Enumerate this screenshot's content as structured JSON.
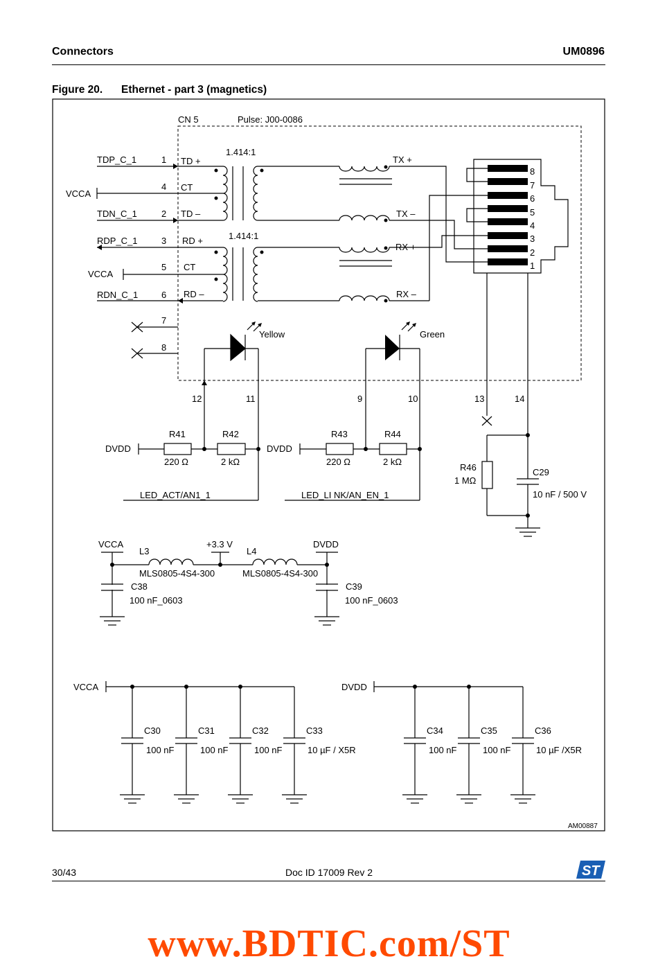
{
  "header": {
    "section": "Connectors",
    "doc": "UM0896"
  },
  "figure": {
    "number": "Figure 20.",
    "title": "Ethernet - part 3 (magnetics)",
    "id": "AM00887"
  },
  "connector": {
    "name": "CN 5",
    "part": "Pulse:  J00-0086",
    "ratio_top": "1.414:1",
    "ratio_bottom": "1.414:1"
  },
  "signals": {
    "tdp": "TDP_C_1",
    "tdn": "TDN_C_1",
    "rdp": "RDP_C_1",
    "rdn": "RDN_C_1",
    "vcca_1": "VCCA",
    "vcca_2": "VCCA",
    "td_plus": "TD +",
    "td_minus": "TD –",
    "rd_plus": "RD +",
    "rd_minus": "RD –",
    "ct_1": "CT",
    "ct_2": "CT",
    "tx_plus": "TX +",
    "tx_minus": "TX –",
    "rx_plus": "RX +",
    "rx_minus": "RX –"
  },
  "pins": {
    "p1": "1",
    "p2": "2",
    "p3": "3",
    "p4": "4",
    "p5": "5",
    "p6": "6",
    "p7": "7",
    "p8": "8",
    "p9": "9",
    "p10": "10",
    "p11": "11",
    "p12": "12",
    "p13": "13",
    "p14": "14"
  },
  "rj45_pins": [
    "8",
    "7",
    "6",
    "5",
    "4",
    "3",
    "2",
    "1"
  ],
  "leds": {
    "yellow": "Yellow",
    "green": "Green"
  },
  "resistors": {
    "r41": "R41",
    "r41_val": "220 Ω",
    "r42": "R42",
    "r42_val": "2 kΩ",
    "r43": "R43",
    "r43_val": "220 Ω",
    "r44": "R44",
    "r44_val": "2 kΩ",
    "r46": "R46",
    "r46_val": "1 MΩ"
  },
  "nets": {
    "dvdd_1": "DVDD",
    "dvdd_2": "DVDD",
    "led_act": "LED_ACT/AN1_1",
    "led_link": "LED_LI NK/AN_EN_1",
    "vcca_filter": "VCCA",
    "v33": "+3.3 V",
    "dvdd_filter": "DVDD",
    "vcca_bank": "VCCA",
    "dvdd_bank": "DVDD"
  },
  "cap29": {
    "name": "C29",
    "value": "10 nF / 500 V"
  },
  "filter": {
    "l3": "L3",
    "l3_part": "MLS0805-4S4-300",
    "l4": "L4",
    "l4_part": "MLS0805-4S4-300",
    "c38": "C38",
    "c38_val": "100 nF_0603",
    "c39": "C39",
    "c39_val": "100 nF_0603"
  },
  "bank_vcca": [
    {
      "name": "C30",
      "value": "100 nF"
    },
    {
      "name": "C31",
      "value": "100 nF"
    },
    {
      "name": "C32",
      "value": "100 nF"
    },
    {
      "name": "C33",
      "value": "10 µF / X5R"
    }
  ],
  "bank_dvdd": [
    {
      "name": "C34",
      "value": "100 nF"
    },
    {
      "name": "C35",
      "value": "100 nF"
    },
    {
      "name": "C36",
      "value": "10 µF /X5R"
    }
  ],
  "footer": {
    "page": "30/43",
    "doc_id": "Doc ID 17009 Rev 2",
    "logo": "st-logo"
  },
  "watermark": "www.BDTIC.com/ST"
}
